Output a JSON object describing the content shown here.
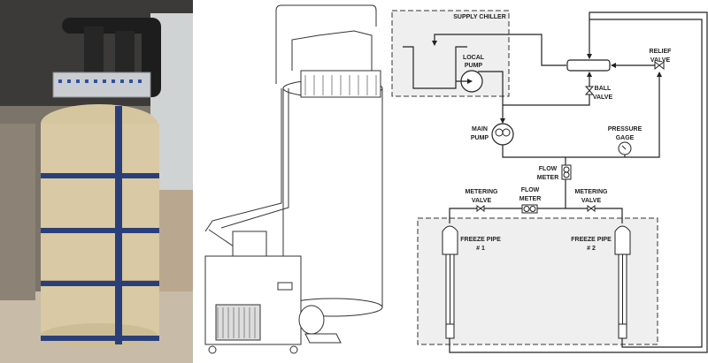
{
  "figure": {
    "panels": [
      "photo",
      "cad-drawing",
      "schematic"
    ],
    "labels": {
      "supply_chiller": "SUPPLY CHILLER",
      "local_pump": [
        "LOCAL",
        "PUMP"
      ],
      "relief_valve": [
        "RELIEF",
        "VALVE"
      ],
      "ball_valve": [
        "BALL",
        "VALVE"
      ],
      "main_pump": [
        "MAIN",
        "PUMP"
      ],
      "pressure_gage": [
        "PRESSURE",
        "GAGE"
      ],
      "flow_meter_1": [
        "FLOW",
        "METER"
      ],
      "flow_meter_2": [
        "FLOW",
        "METER"
      ],
      "metering_valve_1": [
        "METERING",
        "VALVE"
      ],
      "metering_valve_2": [
        "METERING",
        "VALVE"
      ],
      "freeze_pipe_1": [
        "FREEZE PIPE",
        "# 1"
      ],
      "freeze_pipe_2": [
        "FREEZE PIPE",
        "# 2"
      ]
    },
    "colors": {
      "insulation": "#d9c9a4",
      "tape": "#2a3f7a",
      "shade": "#efefef"
    }
  }
}
